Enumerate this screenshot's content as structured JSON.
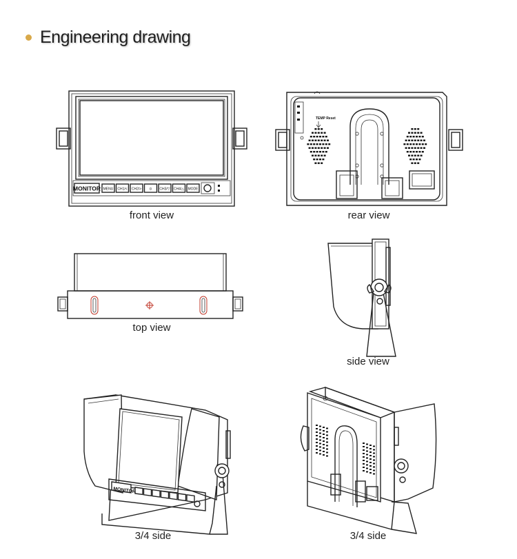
{
  "header": {
    "title": "Engineering drawing",
    "bullet_color": "#d9a94a"
  },
  "views": {
    "front": {
      "caption": "front view"
    },
    "rear": {
      "caption": "rear view"
    },
    "top": {
      "caption": "top view"
    },
    "side": {
      "caption": "side view"
    },
    "three_quarter_front": {
      "caption": "3/4 side"
    },
    "three_quarter_rear": {
      "caption": "3/4 side"
    }
  },
  "front_panel": {
    "brand_label": "MONITOR",
    "buttons": [
      "MENU",
      "CH1/<",
      "CH2/>",
      "⊙",
      "CH3/▽",
      "CH4/△",
      "MODE"
    ]
  },
  "rear_panel": {
    "label": "TEMP Reset"
  }
}
